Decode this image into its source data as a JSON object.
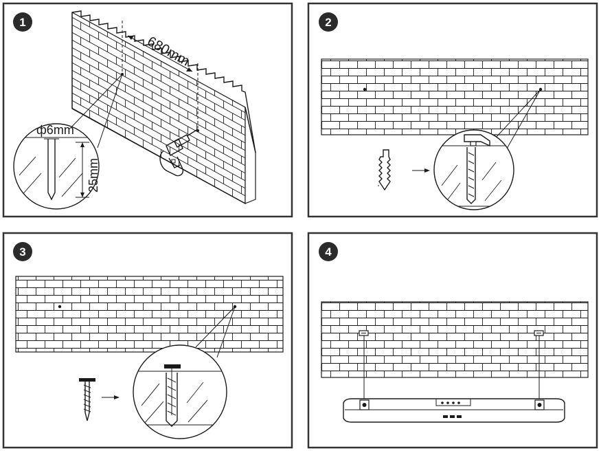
{
  "steps": [
    {
      "number": "1",
      "annotations": {
        "spacing": "680mm",
        "diameter": "ф6mm",
        "depth": "25mm"
      }
    },
    {
      "number": "2"
    },
    {
      "number": "3"
    },
    {
      "number": "4"
    }
  ],
  "colors": {
    "line": "#1a1a1a",
    "badge": "#2b2b2b",
    "frame": "#333333",
    "background": "#ffffff"
  },
  "icons": [
    "drill-icon",
    "hammer-icon",
    "wall-anchor-icon",
    "screw-icon",
    "arrow-right-icon",
    "soundbar-icon",
    "mounting-bracket-icon"
  ]
}
